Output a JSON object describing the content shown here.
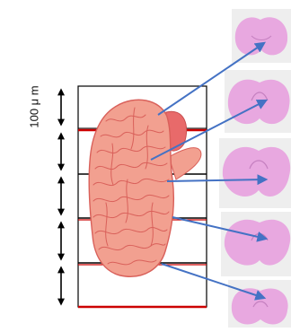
{
  "figure": {
    "scale_label": "100 μ m",
    "slab_count": 5,
    "section_count": 5
  },
  "colors": {
    "arrow": "#4472c4",
    "cut_line": "#cc0000",
    "frame": "#000000",
    "brain_fill": "#f2a090",
    "brain_outline": "#d9605a",
    "section_fill": "#e8a8e0",
    "section_bg": "#eeeeee"
  }
}
